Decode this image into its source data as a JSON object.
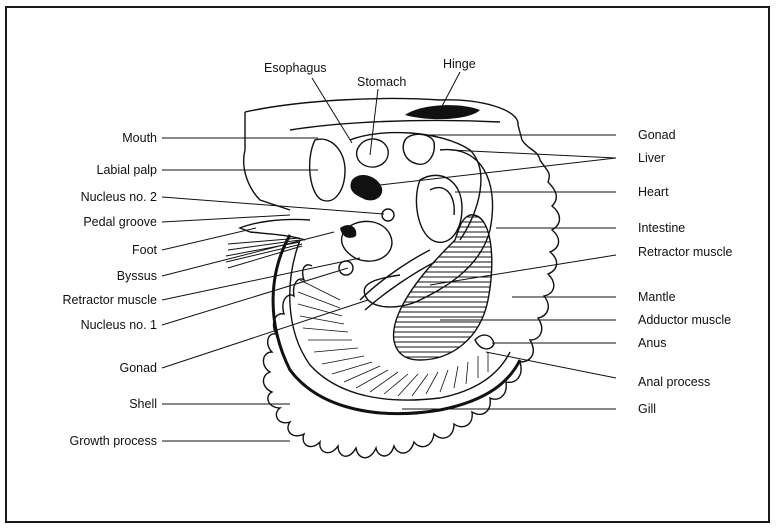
{
  "labels": {
    "esophagus": "Esophagus",
    "stomach": "Stomach",
    "hinge": "Hinge",
    "mouth": "Mouth",
    "labial_palp": "Labial palp",
    "nucleus_2": "Nucleus no. 2",
    "pedal_groove": "Pedal groove",
    "foot": "Foot",
    "byssus": "Byssus",
    "retractor_muscle_left": "Retractor muscle",
    "nucleus_1": "Nucleus no. 1",
    "gonad_left": "Gonad",
    "shell": "Shell",
    "growth_process": "Growth process",
    "gonad_right": "Gonad",
    "liver": "Liver",
    "heart": "Heart",
    "intestine": "Intestine",
    "retractor_muscle_right": "Retractor muscle",
    "mantle": "Mantle",
    "adductor_muscle": "Adductor muscle",
    "anus": "Anus",
    "anal_process": "Anal process",
    "gill": "Gill"
  },
  "colors": {
    "ink": "#111111",
    "background": "#ffffff"
  }
}
